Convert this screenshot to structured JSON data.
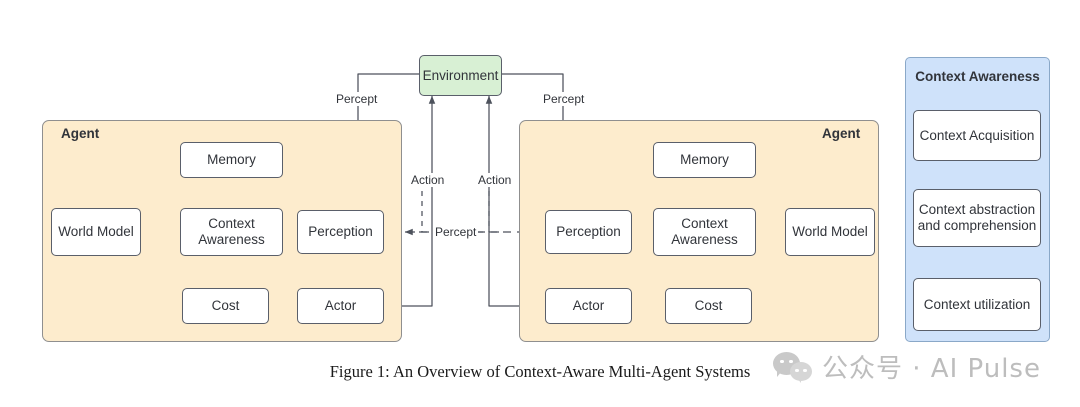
{
  "figure": {
    "caption": "Figure 1: An Overview of Context-Aware Multi-Agent Systems",
    "colors": {
      "agent_fill": "#fdeccd",
      "environment_fill": "#d8f0d4",
      "panel_fill": "#cfe2fa",
      "node_fill": "#ffffff",
      "stroke": "#5a5f6a",
      "text": "#31343a"
    }
  },
  "environment": {
    "label": "Environment"
  },
  "left_agent": {
    "title": "Agent",
    "nodes": {
      "memory": "Memory",
      "context_awareness": "Context\nAwareness",
      "context_awareness_line1": "Context",
      "context_awareness_line2": "Awareness",
      "world_model": "World Model",
      "perception": "Perception",
      "cost": "Cost",
      "actor": "Actor"
    }
  },
  "right_agent": {
    "title": "Agent",
    "nodes": {
      "memory": "Memory",
      "context_awareness_line1": "Context",
      "context_awareness_line2": "Awareness",
      "world_model": "World Model",
      "perception": "Perception",
      "cost": "Cost",
      "actor": "Actor"
    }
  },
  "edge_labels": {
    "percept_left": "Percept",
    "percept_right": "Percept",
    "action_left": "Action",
    "action_right": "Action",
    "percept_between": "Percept"
  },
  "context_panel": {
    "title": "Context Awareness",
    "steps": [
      {
        "label": "Context Acquisition"
      },
      {
        "label": "Context abstraction\nand comprehension",
        "line1": "Context abstraction",
        "line2": "and comprehension"
      },
      {
        "label": "Context utilization"
      }
    ]
  },
  "watermark": {
    "icon": "wechat-logo-icon",
    "text": "公众号 · AI Pulse"
  }
}
